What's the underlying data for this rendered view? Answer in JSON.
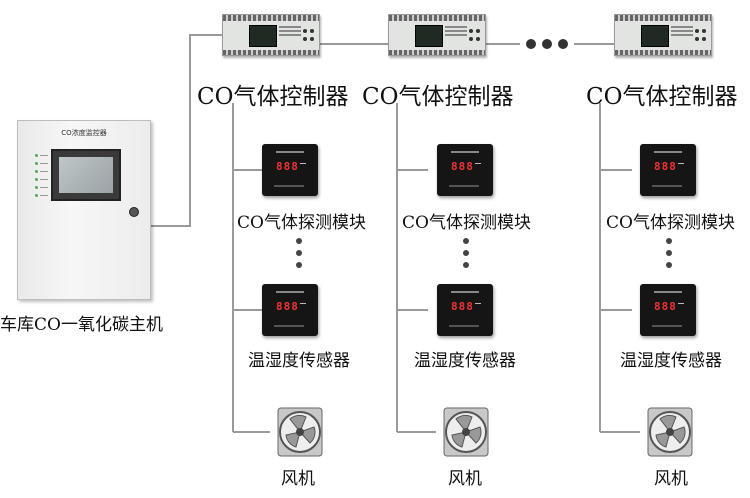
{
  "host": {
    "panel_title": "CO浓度监控器",
    "label": "车库CO一氧化碳主机"
  },
  "controllers": [
    {
      "label": "CO气体控制器"
    },
    {
      "label": "CO气体控制器"
    },
    {
      "label": "CO气体控制器"
    }
  ],
  "columns": [
    {
      "detector_label": "CO气体探测模块",
      "detector_digits": "888",
      "sensor_label": "温湿度传感器",
      "sensor_digits": "888",
      "fan_label": "风机"
    },
    {
      "detector_label": "CO气体探测模块",
      "detector_digits": "888",
      "sensor_label": "温湿度传感器",
      "sensor_digits": "888",
      "fan_label": "风机"
    },
    {
      "detector_label": "CO气体探测模块",
      "detector_digits": "888",
      "sensor_label": "温湿度传感器",
      "sensor_digits": "888",
      "fan_label": "风机"
    }
  ],
  "colors": {
    "wire": "#9a9a9a",
    "digits": "#e33333",
    "device_body": "#151515"
  }
}
